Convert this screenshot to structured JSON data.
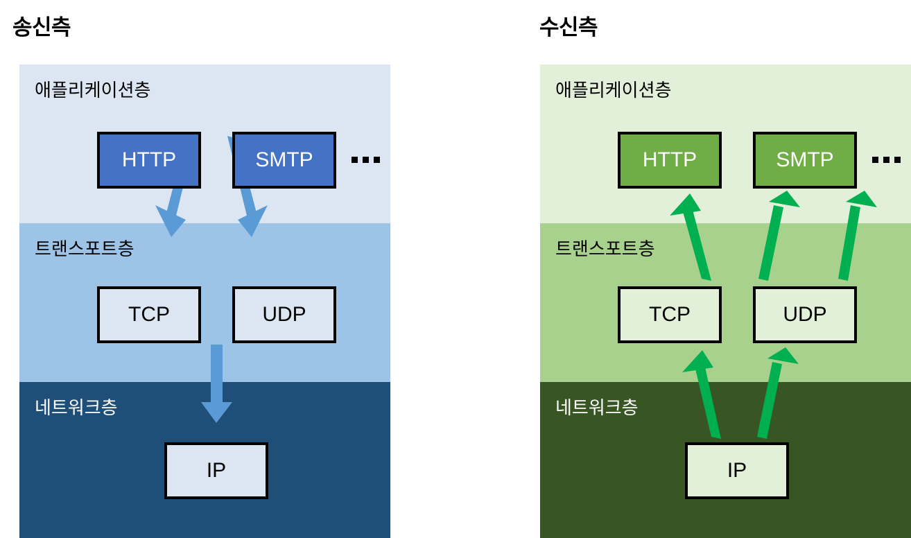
{
  "diagram": {
    "title_sender": "송신측",
    "title_receiver": "수신측",
    "colors": {
      "sender_application_bg": "#dce6f2",
      "sender_transport_bg": "#9dc3e6",
      "sender_network_bg": "#1f4e79",
      "sender_app_box": "#4472c4",
      "sender_pale_box": "#dce6f2",
      "sender_arrow": "#5b9bd5",
      "receiver_application_bg": "#e2efd9",
      "receiver_transport_bg": "#a9d18e",
      "receiver_network_bg": "#375623",
      "receiver_app_box": "#70ad47",
      "receiver_pale_box": "#e2efd9",
      "receiver_arrow": "#00b050",
      "box_border": "#000000"
    }
  },
  "sender": {
    "layers": [
      {
        "label": "애플리케이션층"
      },
      {
        "label": "트랜스포트층"
      },
      {
        "label": "네트워크층"
      }
    ],
    "boxes": {
      "http": "HTTP",
      "smtp": "SMTP",
      "tcp": "TCP",
      "udp": "UDP",
      "ip": "IP"
    },
    "ellipsis": "..."
  },
  "receiver": {
    "layers": [
      {
        "label": "애플리케이션층"
      },
      {
        "label": "트랜스포트층"
      },
      {
        "label": "네트워크층"
      }
    ],
    "boxes": {
      "http": "HTTP",
      "smtp": "SMTP",
      "tcp": "TCP",
      "udp": "UDP",
      "ip": "IP"
    },
    "ellipsis": "..."
  }
}
